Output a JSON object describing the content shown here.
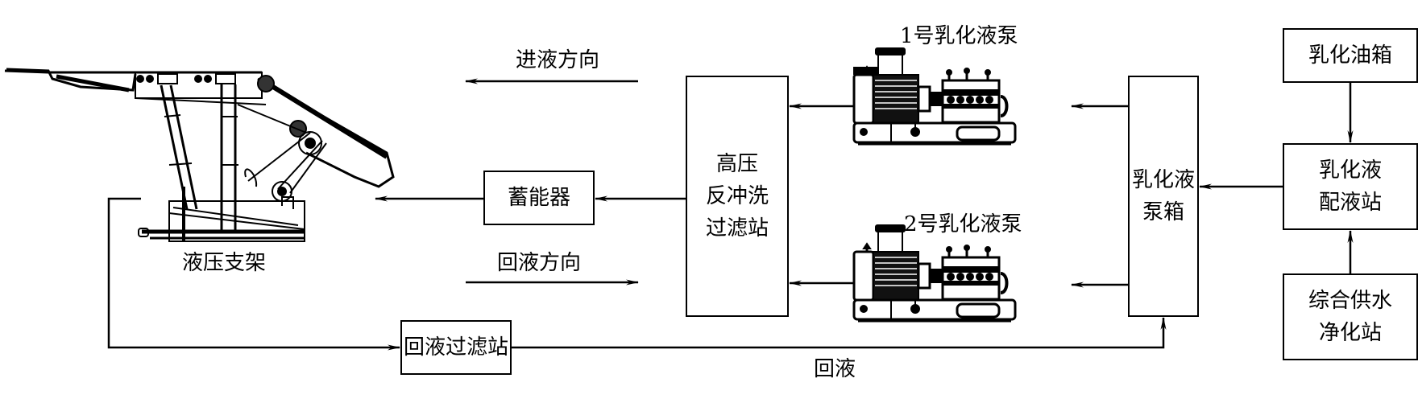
{
  "diagram": {
    "title": "",
    "nodes": {
      "hydraulic_support": {
        "label": "液压支架"
      },
      "accumulator": {
        "label": "蓄能器"
      },
      "hp_backflush_filter": {
        "lines": [
          "高压",
          "反冲洗",
          "过滤站"
        ]
      },
      "pump1": {
        "label": "1号乳化液泵"
      },
      "pump2": {
        "label": "2号乳化液泵"
      },
      "pump_tank": {
        "lines": [
          "乳化液",
          "泵箱"
        ]
      },
      "emulsion_oil_tank": {
        "label": "乳化油箱"
      },
      "mixing_station": {
        "lines": [
          "乳化液",
          "配液站"
        ]
      },
      "water_purification": {
        "lines": [
          "综合供水",
          "净化站"
        ]
      },
      "return_filter": {
        "label": "回液过滤站"
      }
    },
    "annotations": {
      "inflow_direction": "进液方向",
      "return_direction": "回液方向",
      "return_label": "回液"
    },
    "edges": [
      {
        "from": "emulsion_oil_tank",
        "to": "mixing_station"
      },
      {
        "from": "water_purification",
        "to": "mixing_station"
      },
      {
        "from": "mixing_station",
        "to": "pump_tank"
      },
      {
        "from": "pump_tank",
        "to": "pump1"
      },
      {
        "from": "pump_tank",
        "to": "pump2"
      },
      {
        "from": "pump1",
        "to": "hp_backflush_filter"
      },
      {
        "from": "pump2",
        "to": "hp_backflush_filter"
      },
      {
        "from": "hp_backflush_filter",
        "to": "accumulator"
      },
      {
        "from": "accumulator",
        "to": "hydraulic_support"
      },
      {
        "from": "hydraulic_support",
        "to": "return_filter"
      },
      {
        "from": "return_filter",
        "to": "pump_tank",
        "label": "回液"
      }
    ]
  }
}
